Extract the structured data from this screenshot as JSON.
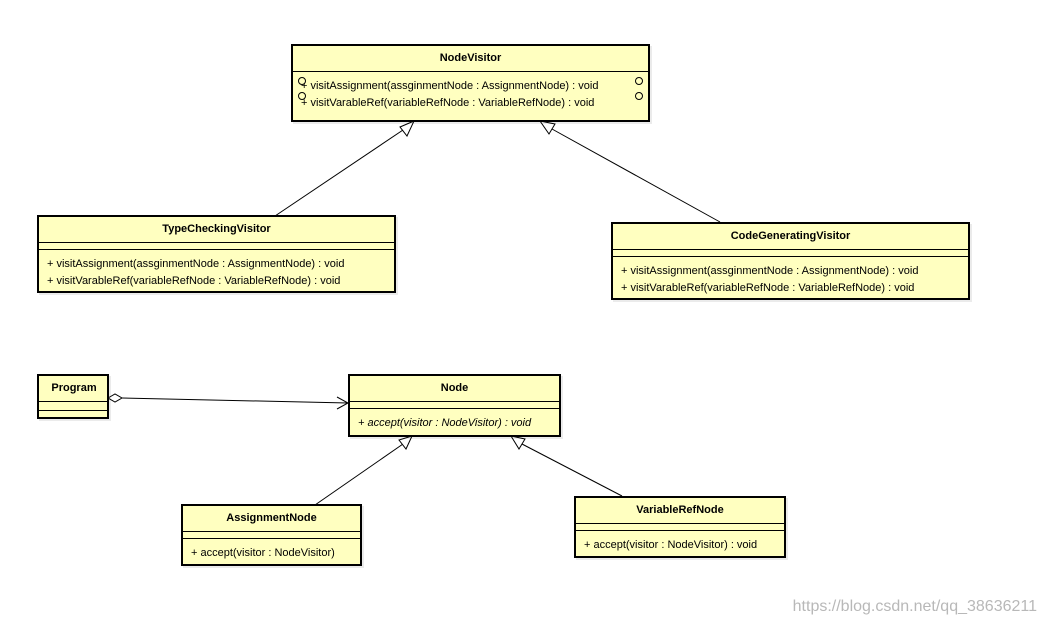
{
  "classes": {
    "node_visitor": {
      "name": "NodeVisitor",
      "operations": [
        "+ visitAssignment(assginmentNode : AssignmentNode) : void",
        "+ visitVarableRef(variableRefNode : VariableRefNode) : void"
      ]
    },
    "type_checking_visitor": {
      "name": "TypeCheckingVisitor",
      "operations": [
        "+ visitAssignment(assginmentNode : AssignmentNode) : void",
        "+ visitVarableRef(variableRefNode : VariableRefNode) : void"
      ]
    },
    "code_generating_visitor": {
      "name": "CodeGeneratingVisitor",
      "operations": [
        "+ visitAssignment(assginmentNode : AssignmentNode) : void",
        "+ visitVarableRef(variableRefNode : VariableRefNode) : void"
      ]
    },
    "program": {
      "name": "Program",
      "operations": []
    },
    "node": {
      "name": "Node",
      "operations": [
        "+ accept(visitor : NodeVisitor) : void"
      ]
    },
    "assignment_node": {
      "name": "AssignmentNode",
      "operations": [
        "+ accept(visitor : NodeVisitor)"
      ]
    },
    "variable_ref_node": {
      "name": "VariableRefNode",
      "operations": [
        "+ accept(visitor : NodeVisitor) : void"
      ]
    }
  },
  "relationships": [
    {
      "type": "generalization",
      "from": "TypeCheckingVisitor",
      "to": "NodeVisitor"
    },
    {
      "type": "generalization",
      "from": "CodeGeneratingVisitor",
      "to": "NodeVisitor"
    },
    {
      "type": "generalization",
      "from": "AssignmentNode",
      "to": "Node"
    },
    {
      "type": "generalization",
      "from": "VariableRefNode",
      "to": "Node"
    },
    {
      "type": "aggregation",
      "from": "Program",
      "to": "Node"
    }
  ],
  "watermark": "https://blog.csdn.net/qq_38636211"
}
